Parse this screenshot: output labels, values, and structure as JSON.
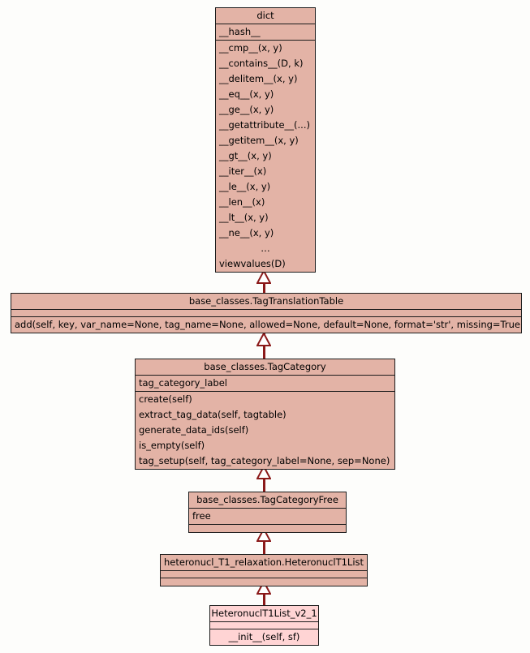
{
  "diagram": {
    "type": "uml-class-inheritance",
    "title": "UML class hierarchy for HeteronuclT1List_v2_1",
    "background_color": "#fdfdfb",
    "box_fill_color": "#e3b3a6",
    "box_fill_color_highlight": "#ffd4d4",
    "box_border_color": "#1c1c1c",
    "edge_color": "#8b1a1a",
    "arrow_style": "hollow-triangle-inheritance"
  },
  "classes": [
    {
      "id": "dict",
      "name": "dict",
      "attributes": [
        "__hash__"
      ],
      "methods": [
        "__cmp__(x, y)",
        "__contains__(D, k)",
        "__delitem__(x, y)",
        "__eq__(x, y)",
        "__ge__(x, y)",
        "__getattribute__(...)",
        "__getitem__(x, y)",
        "__gt__(x, y)",
        "__iter__(x)",
        "__le__(x, y)",
        "__len__(x)",
        "__lt__(x, y)",
        "__ne__(x, y)",
        "…",
        "viewvalues(D)"
      ]
    },
    {
      "id": "tagtranslationtable",
      "name": "base_classes.TagTranslationTable",
      "attributes": [],
      "methods": [
        "add(self, key, var_name=None, tag_name=None, allowed=None, default=None, format='str', missing=True)"
      ]
    },
    {
      "id": "tagcategory",
      "name": "base_classes.TagCategory",
      "attributes": [
        "tag_category_label"
      ],
      "methods": [
        "create(self)",
        "extract_tag_data(self, tagtable)",
        "generate_data_ids(self)",
        "is_empty(self)",
        "tag_setup(self, tag_category_label=None, sep=None)"
      ]
    },
    {
      "id": "tagcategoryfree",
      "name": "base_classes.TagCategoryFree",
      "attributes": [
        "free"
      ],
      "methods": []
    },
    {
      "id": "heteronuclt1list",
      "name": "heteronucl_T1_relaxation.HeteronuclT1List",
      "attributes": [],
      "methods": []
    },
    {
      "id": "heteronuclt1list_v2_1",
      "name": "HeteronuclT1List_v2_1",
      "attributes": [],
      "methods": [
        "__init__(self, sf)"
      ]
    }
  ],
  "relations": [
    {
      "from": "tagtranslationtable",
      "to": "dict",
      "kind": "inheritance"
    },
    {
      "from": "tagcategory",
      "to": "tagtranslationtable",
      "kind": "inheritance"
    },
    {
      "from": "tagcategoryfree",
      "to": "tagcategory",
      "kind": "inheritance"
    },
    {
      "from": "heteronuclt1list",
      "to": "tagcategoryfree",
      "kind": "inheritance"
    },
    {
      "from": "heteronuclt1list_v2_1",
      "to": "heteronuclt1list",
      "kind": "inheritance"
    }
  ]
}
